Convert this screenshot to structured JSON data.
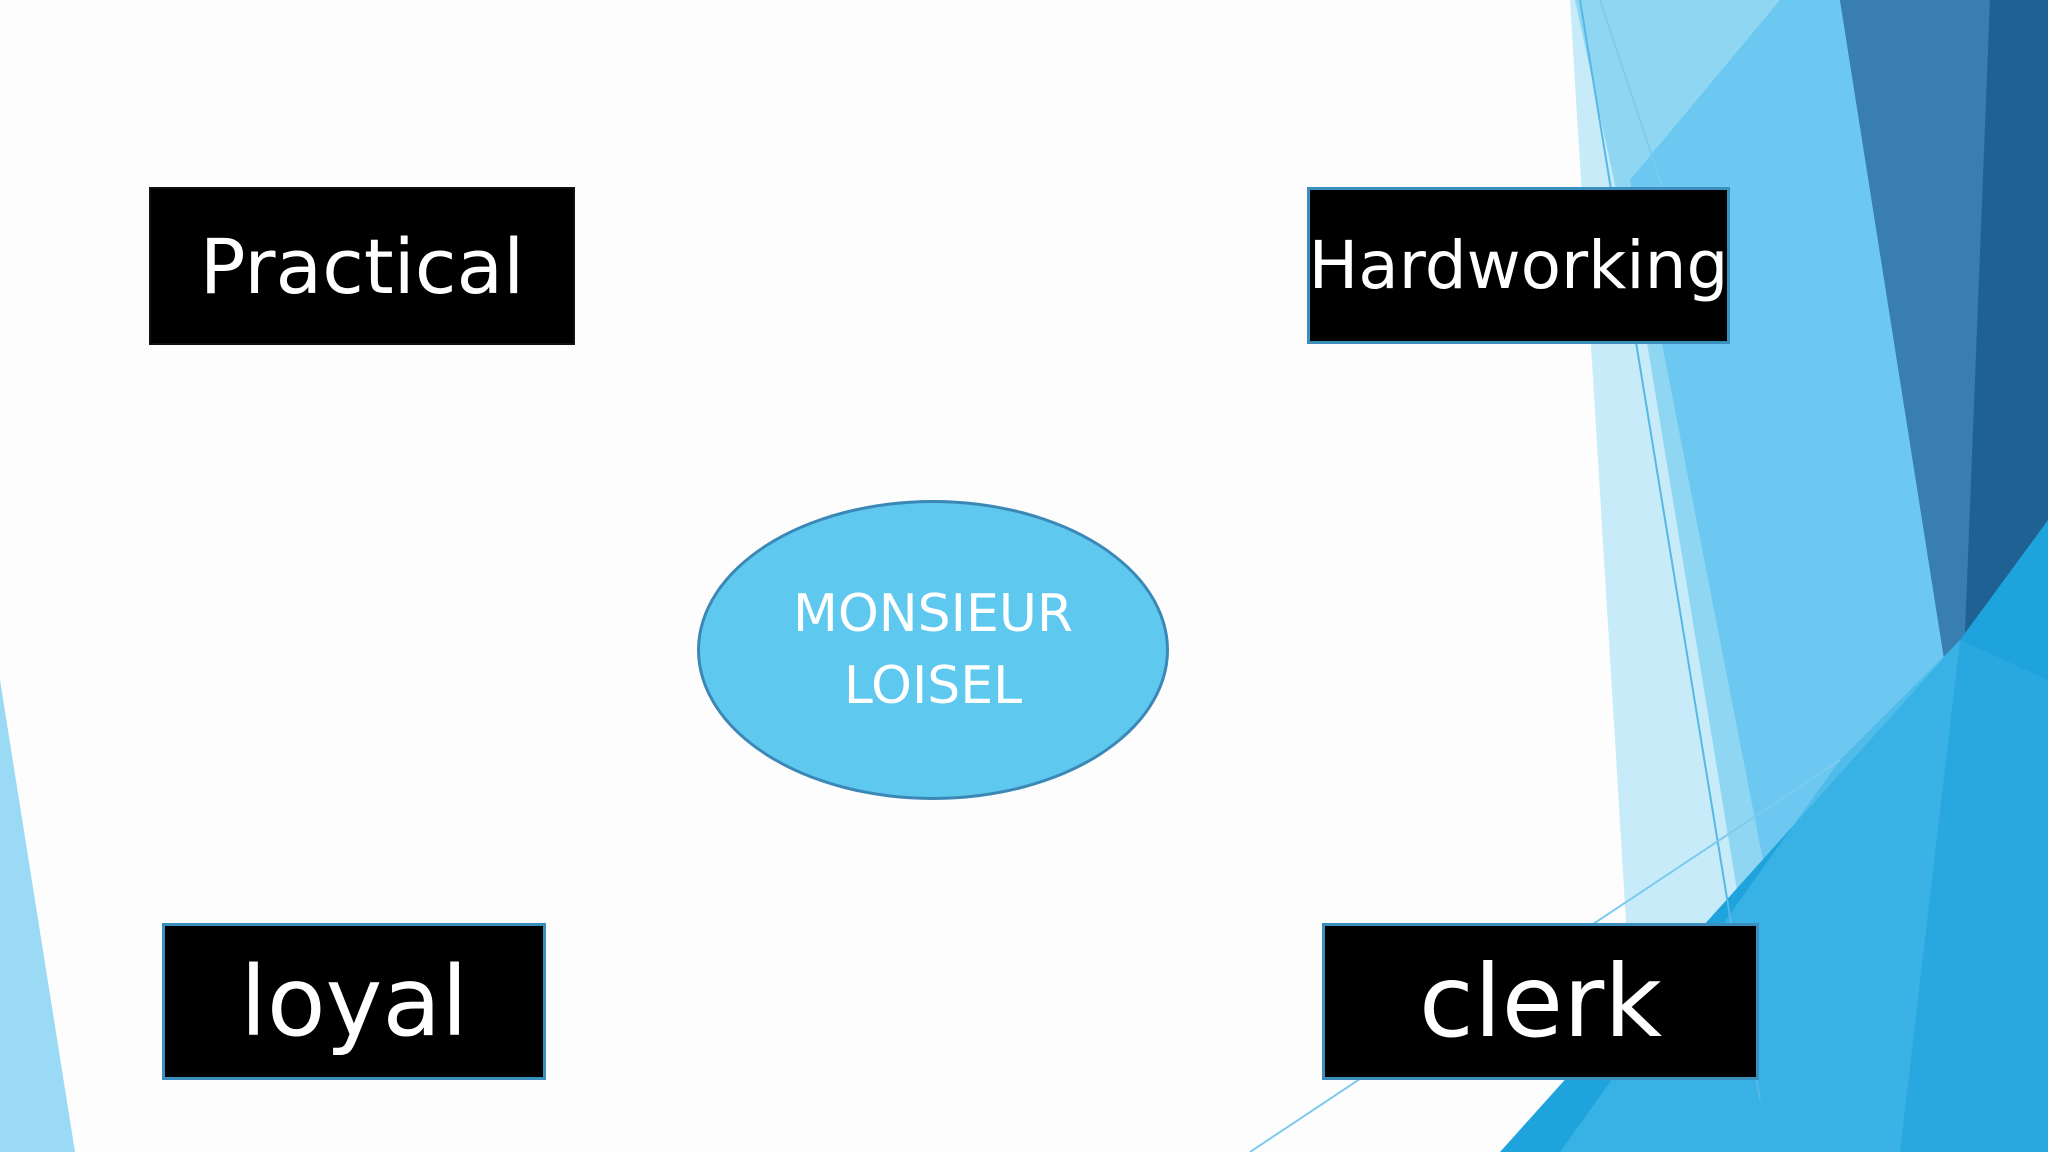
{
  "slide": {
    "accent_colors": [
      "#1f5e91",
      "#2d74a8",
      "#1ea3dc",
      "#5ec8ef",
      "#8fd6f3",
      "#c7ebf9"
    ]
  },
  "words": {
    "top_left": "Practical",
    "top_right": "Hardworking",
    "bottom_left": "loyal",
    "bottom_right": "clerk"
  },
  "center": {
    "line1": "MONSIEUR",
    "line2": "LOISEL",
    "fill_color": "#5ec8ef",
    "border_color": "#3b88b6"
  }
}
